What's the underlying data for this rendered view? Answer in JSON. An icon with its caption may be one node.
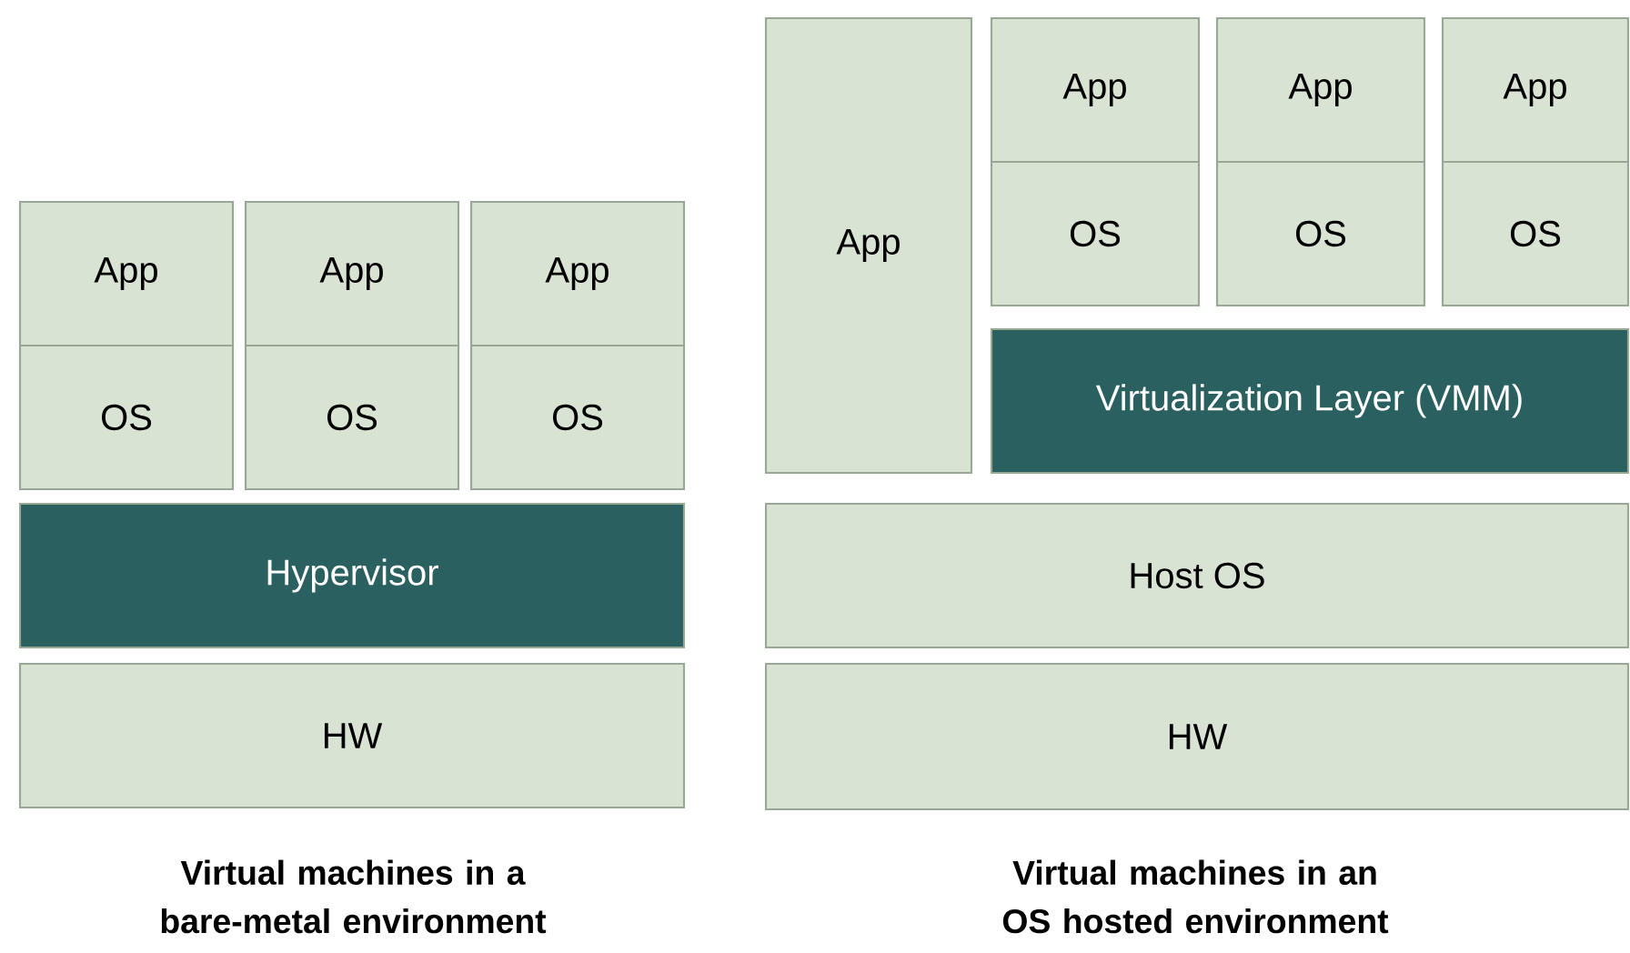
{
  "diagram": {
    "nodes": [
      {
        "text": [
          "App"
        ]
      },
      {
        "text": [
          "OS"
        ]
      },
      {
        "text": [
          "App"
        ]
      },
      {
        "text": [
          "OS"
        ]
      },
      {
        "text": [
          "App"
        ]
      },
      {
        "text": [
          "OS"
        ]
      },
      {
        "text": [
          "Hypervisor"
        ]
      },
      {
        "text": [
          "HW"
        ]
      },
      {
        "text": [
          "App"
        ]
      },
      {
        "text": [
          "App"
        ]
      },
      {
        "text": [
          "OS"
        ]
      },
      {
        "text": [
          "App"
        ]
      },
      {
        "text": [
          "OS"
        ]
      },
      {
        "text": [
          "App"
        ]
      },
      {
        "text": [
          "OS"
        ]
      },
      {
        "text": [
          "Virtualization Layer (VMM)"
        ]
      },
      {
        "text": [
          "Host OS"
        ]
      },
      {
        "text": [
          "HW"
        ]
      }
    ],
    "labels": [
      "Virtual machines in a bare-metal environment",
      "Virtual machines in an OS hosted environment"
    ]
  }
}
